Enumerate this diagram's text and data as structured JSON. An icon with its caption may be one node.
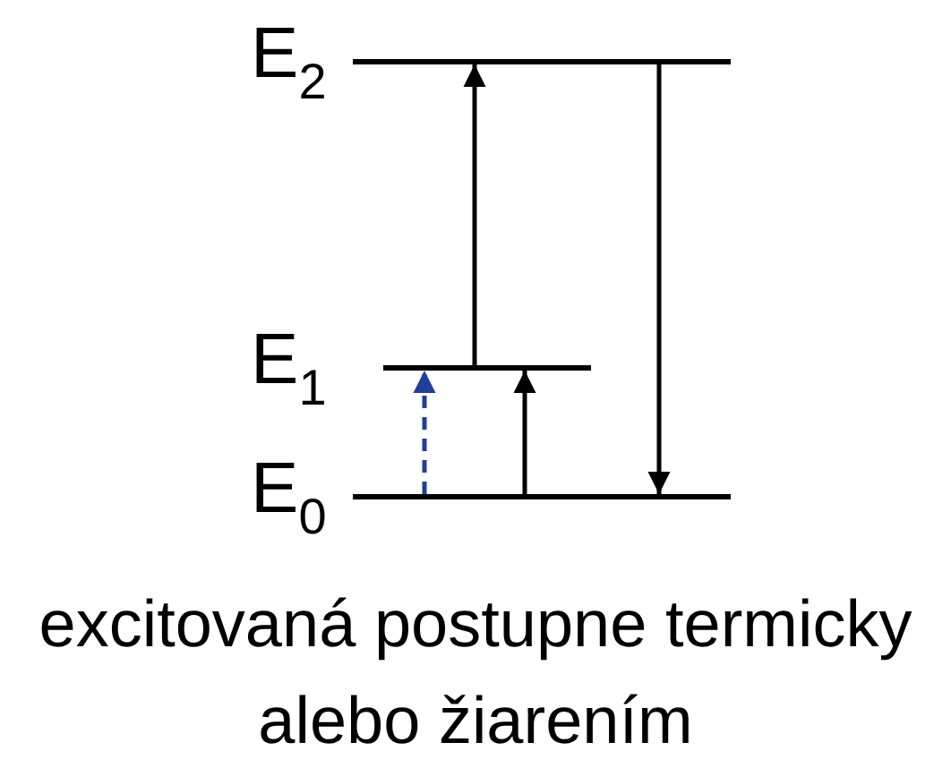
{
  "diagram": {
    "caption": "excitovaná postupne termicky alebo žiarením",
    "nodes": [
      {
        "text": [
          "E$_{2}$"
        ]
      },
      {
        "text": [
          "E$_{1}$"
        ]
      },
      {
        "text": [
          "E$_{0}$"
        ]
      }
    ],
    "edges": [
      {
        "from": 2,
        "to": 1,
        "arrow": "to",
        "style": "dashed",
        "color": "#1f3f9a"
      },
      {
        "from": 2,
        "to": 1,
        "arrow": "to"
      },
      {
        "from": 1,
        "to": 0,
        "arrow": "to"
      },
      {
        "from": 0,
        "to": 2,
        "arrow": "to"
      }
    ]
  }
}
